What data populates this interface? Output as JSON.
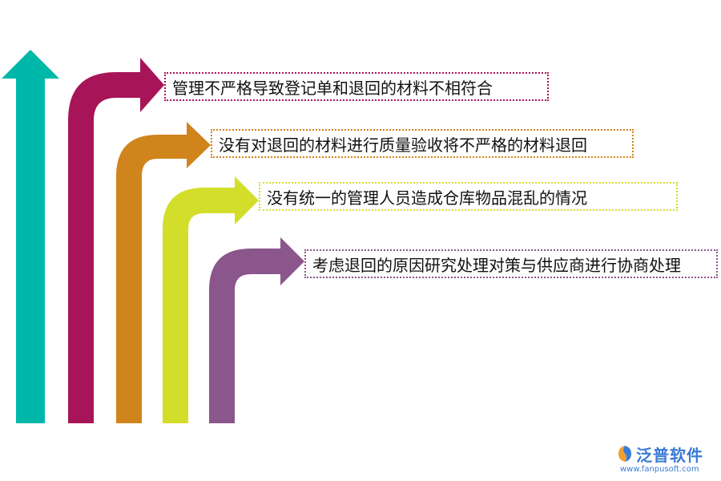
{
  "colors": {
    "teal": "#00b8a9",
    "magenta": "#a81458",
    "orange": "#d0841c",
    "lime": "#d3de2a",
    "purple": "#8b568c",
    "brand": "#3a7bd5"
  },
  "items": [
    {
      "text": "管理不严格导致登记单和退回的材料不相符合",
      "color": "#a81458",
      "border": "#a81458"
    },
    {
      "text": "没有对退回的材料进行质量验收将不严格的材料退回",
      "color": "#d0841c",
      "border": "#d0841c"
    },
    {
      "text": "没有统一的管理人员造成仓库物品混乱的情况",
      "color": "#d3de2a",
      "border": "#d3de2a"
    },
    {
      "text": "考虑退回的原因研究处理对策与供应商进行协商处理",
      "color": "#8b568c",
      "border": "#8b568c"
    }
  ],
  "brand": {
    "name": "泛普软件",
    "url": "www.fanpusoft.com",
    "logo_icon": "fanpu-logo-icon"
  }
}
